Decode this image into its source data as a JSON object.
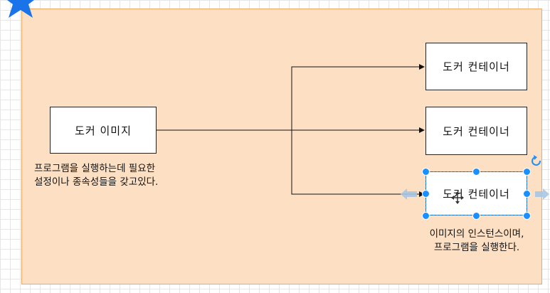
{
  "diagram": {
    "image_box": {
      "label": "도커 이미지",
      "caption_lines": [
        "프로그램을 실행하는데 필요한",
        "설정이나 종속성들을 갖고있다."
      ]
    },
    "containers": [
      {
        "label": "도커 컨테이너"
      },
      {
        "label": "도커 컨테이너"
      },
      {
        "label": "도커 컨테이너",
        "selected": true
      }
    ],
    "container_caption_lines": [
      "이미지의 인스턴스이며,",
      "프로그램을 실행한다."
    ]
  },
  "icons": {
    "corner": "star-icon",
    "rotate": "rotate-icon",
    "move_cursor": "move-cursor-icon",
    "arrow_left": "connect-arrow-left-icon",
    "arrow_right": "connect-arrow-right-icon"
  },
  "colors": {
    "panel_fill": "#fde0c4",
    "panel_border": "#f0a866",
    "selection": "#1a90ff",
    "star": "#1a73e8"
  }
}
